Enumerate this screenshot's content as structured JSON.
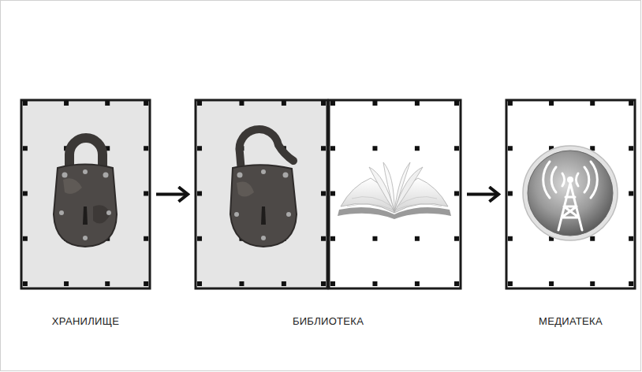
{
  "diagram": {
    "nodes": [
      {
        "text": [
          "ХРАНИЛИЩЕ"
        ]
      },
      {
        "text": [
          "БИБЛИОТЕКА"
        ]
      },
      {
        "text": [
          "МЕДИАТЕКА"
        ]
      }
    ],
    "edges": [
      {
        "from": 0,
        "to": 1,
        "arrow": "to"
      },
      {
        "from": 1,
        "to": 2,
        "arrow": "to"
      }
    ]
  }
}
